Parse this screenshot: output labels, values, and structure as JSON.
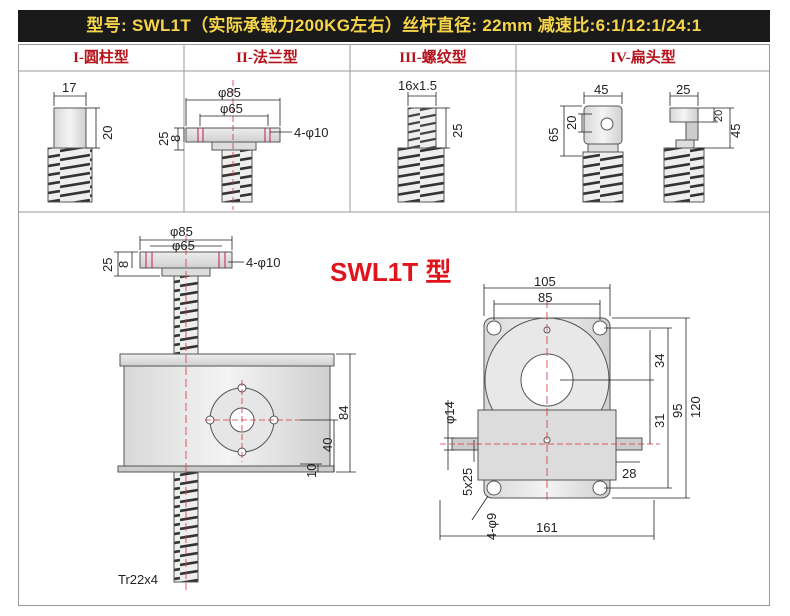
{
  "title": "型号: SWL1T（实际承载力200KG左右）丝杆直径: 22mm    减速比:6:1/12:1/24:1",
  "variants": [
    {
      "label": "I-圆柱型"
    },
    {
      "label": "II-法兰型"
    },
    {
      "label": "III-螺纹型"
    },
    {
      "label": "IV-扁头型"
    }
  ],
  "model_label": "SWL1T 型",
  "dims": {
    "cyl_w": "17",
    "cyl_h": "20",
    "fl_d1": "φ85",
    "fl_d2": "φ65",
    "fl_h1": "25",
    "fl_h2": "8",
    "fl_holes": "4-φ10",
    "thr_spec": "16x1.5",
    "thr_h": "25",
    "flat_w1": "45",
    "flat_h1": "65",
    "flat_h2": "20",
    "flat_w2": "25",
    "flat_h3": "20",
    "flat_h4": "45",
    "side_d1": "φ85",
    "side_d2": "φ65",
    "side_h1": "25",
    "side_h2": "8",
    "side_holes": "4-φ10",
    "side_h84": "84",
    "side_h40": "40",
    "side_h10": "10",
    "screw": "Tr22x4",
    "front_w105": "105",
    "front_w85": "85",
    "front_h34": "34",
    "front_h31": "31",
    "front_h95": "95",
    "front_h120": "120",
    "front_d14": "φ14",
    "front_key": "5x25",
    "front_w28": "28",
    "front_holes": "4-φ9",
    "front_w161": "161"
  },
  "colors": {
    "accent": "#e0141c",
    "title_text": "#f7d54a",
    "line": "#333333",
    "centerline": "#d6333a"
  }
}
